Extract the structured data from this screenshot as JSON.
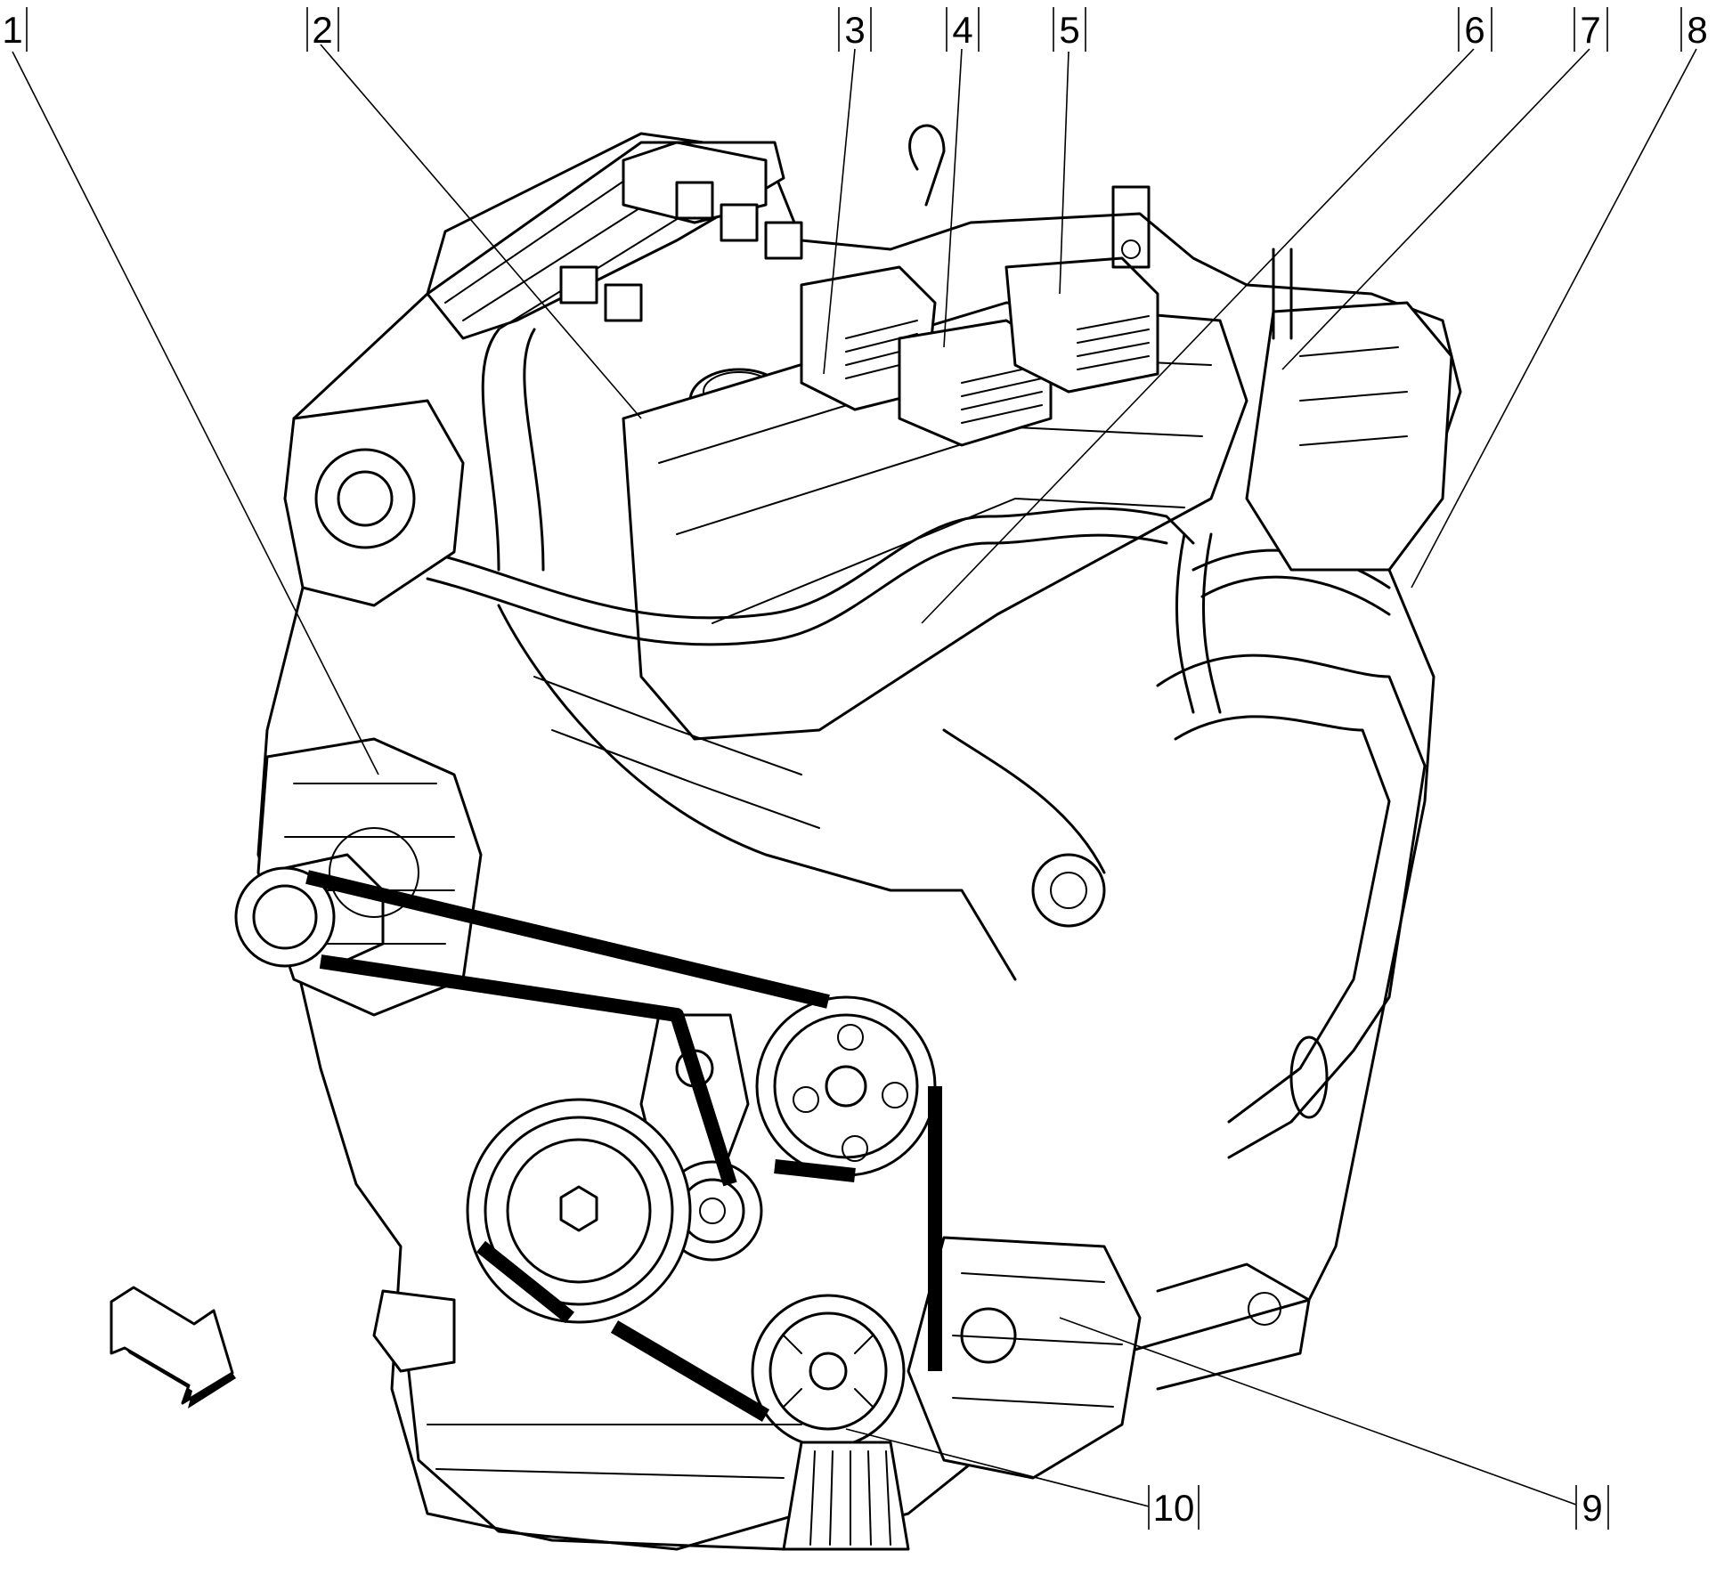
{
  "callouts": [
    {
      "id": "1",
      "text": "1"
    },
    {
      "id": "2",
      "text": "2"
    },
    {
      "id": "3",
      "text": "3"
    },
    {
      "id": "4",
      "text": "4"
    },
    {
      "id": "5",
      "text": "5"
    },
    {
      "id": "6",
      "text": "6"
    },
    {
      "id": "7",
      "text": "7"
    },
    {
      "id": "8",
      "text": "8"
    },
    {
      "id": "9",
      "text": "9"
    },
    {
      "id": "10",
      "text": "10"
    }
  ],
  "icons": {
    "direction_arrow": "arrow-icon"
  }
}
